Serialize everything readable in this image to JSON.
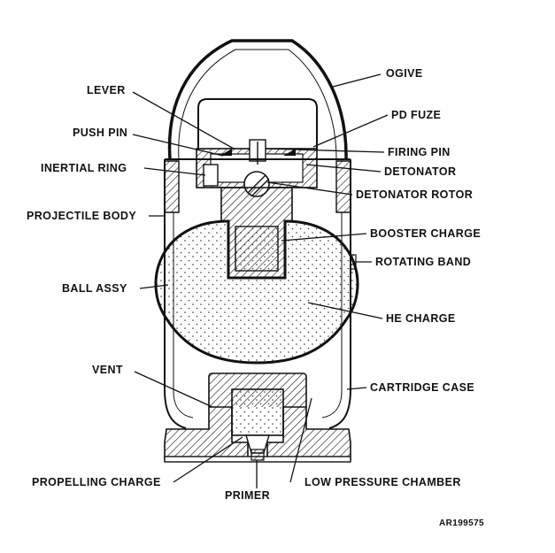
{
  "labels": {
    "ogive": "OGIVE",
    "lever": "LEVER",
    "pd_fuze": "PD FUZE",
    "push_pin": "PUSH PIN",
    "firing_pin": "FIRING PIN",
    "inertial_ring": "INERTIAL RING",
    "detonator": "DETONATOR",
    "detonator_rotor": "DETONATOR ROTOR",
    "projectile_body": "PROJECTILE BODY",
    "booster_charge": "BOOSTER CHARGE",
    "rotating_band": "ROTATING BAND",
    "ball_assy": "BALL ASSY",
    "he_charge": "HE CHARGE",
    "vent": "VENT",
    "cartridge_case": "CARTRIDGE CASE",
    "propelling_charge": "PROPELLING CHARGE",
    "low_pressure_chamber": "LOW PRESSURE CHAMBER",
    "primer": "PRIMER"
  },
  "reference_number": "AR199575"
}
